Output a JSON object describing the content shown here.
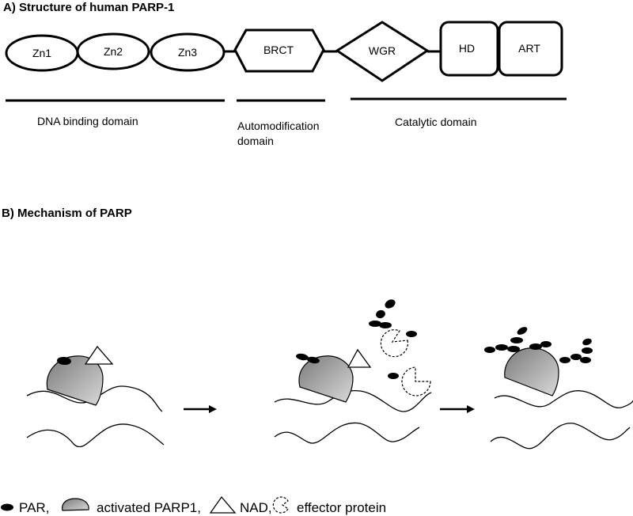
{
  "section_a": {
    "title": "A)  Structure of human PARP-1",
    "domains": [
      "Zn1",
      "Zn2",
      "Zn3",
      "BRCT",
      "WGR",
      "HD",
      "ART"
    ],
    "regions": {
      "dna_binding": "DNA binding domain",
      "automod_line1": "Automodification",
      "automod_line2": "domain",
      "catalytic": "Catalytic  domain"
    }
  },
  "section_b": {
    "title": "B) Mechanism of PARP"
  },
  "legend": {
    "par": "PAR,",
    "parp": "activated PARP1,",
    "nad": "NAD,",
    "effector": "effector protein"
  },
  "colors": {
    "line": "#000000",
    "parp_light": "#d9d9d9",
    "parp_dark": "#7a7a7a"
  }
}
